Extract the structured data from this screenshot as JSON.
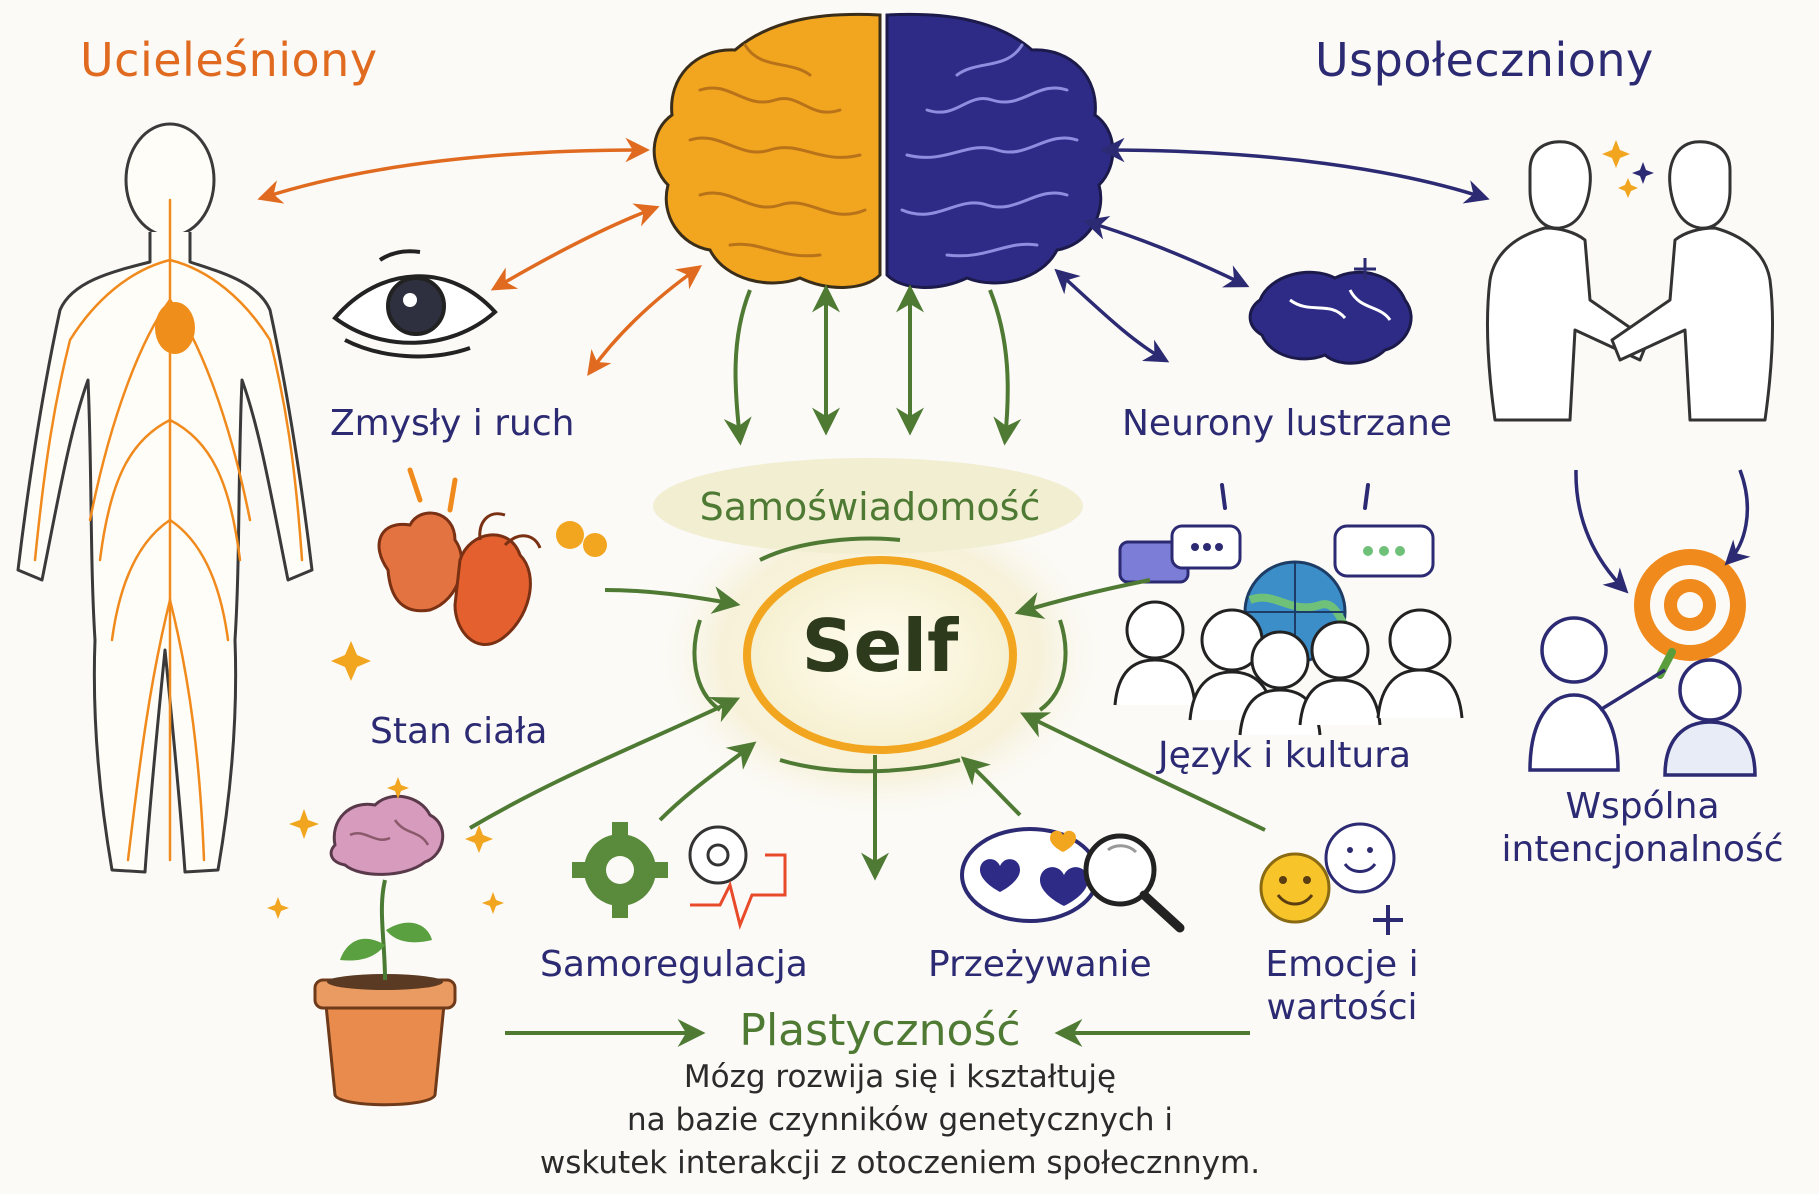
{
  "headings": {
    "left": "Ucieleśniony",
    "right": "Uspołeczniony"
  },
  "labels": {
    "senses": "Zmysły i ruch",
    "body_state": "Stan ciała",
    "mirror_neurons": "Neurony lustrzane",
    "language_culture": "Język i kultura",
    "shared_intent_1": "Wspólna",
    "shared_intent_2": "intencjonalność",
    "self_awareness": "Samoświadomość",
    "self": "Self",
    "self_regulation": "Samoregulacja",
    "experiencing": "Przeżywanie",
    "emotions_1": "Emocje i",
    "emotions_2": "wartości",
    "plasticity": "Plastyczność"
  },
  "caption": {
    "line1": "Mózg rozwija się i kształtuję",
    "line2": "na bazie czynników genetycznych i",
    "line3": "wskutek interakcji z otoczeniem społecznnym."
  },
  "colors": {
    "orange": "#e06a1f",
    "gold": "#f2a51f",
    "navy": "#2b2a73",
    "green": "#4f7a34",
    "background": "#fbfaf6"
  },
  "icons": [
    "brain-icon",
    "human-body-icon",
    "eye-icon",
    "heart-organs-icon",
    "mirror-neuron-brain-icon",
    "handshake-icon",
    "people-globe-icon",
    "target-icon",
    "gears-icon",
    "hearts-magnifier-icon",
    "smiley-icon",
    "plant-brain-icon"
  ]
}
